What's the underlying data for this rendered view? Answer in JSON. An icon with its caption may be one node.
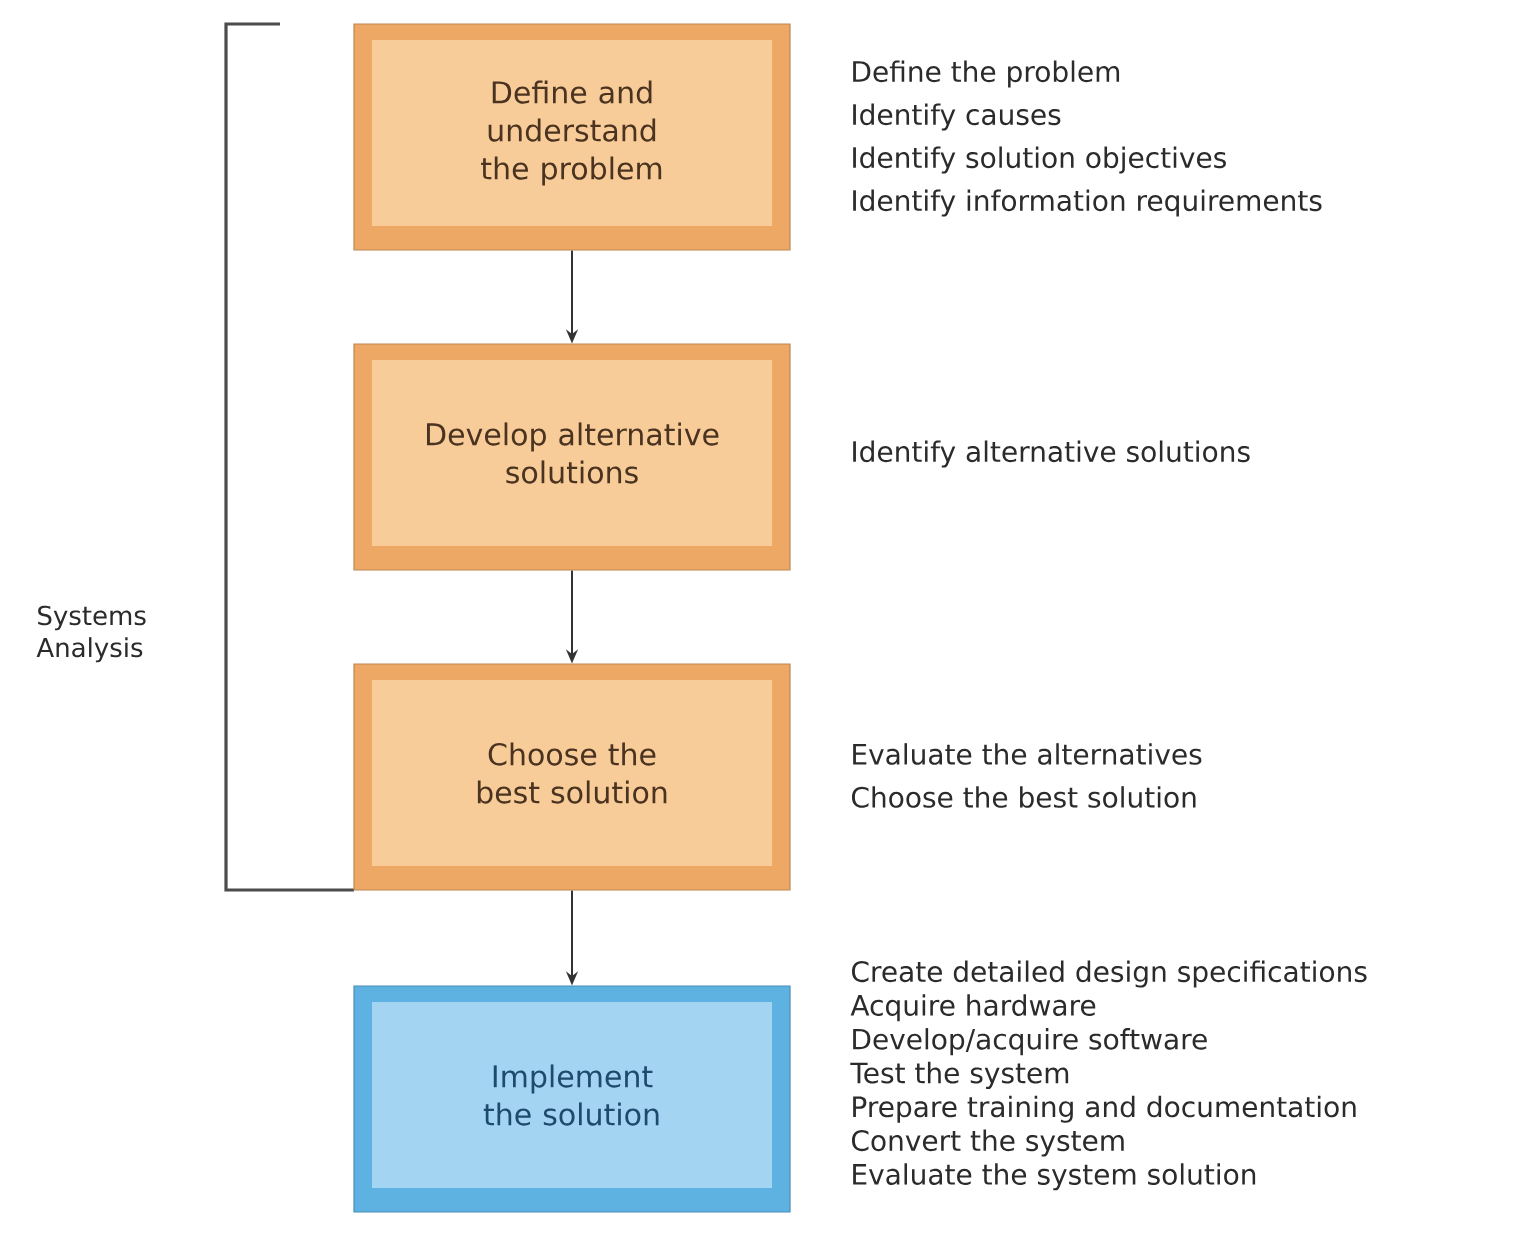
{
  "diagram": {
    "nodes": [
      {
        "text": [
          "Define and understand the problem"
        ],
        "beside": [
          "Define the problem",
          "Identify causes",
          "Identify solution objectives",
          "Identify information requirements"
        ]
      },
      {
        "text": [
          "Develop alternative solutions"
        ],
        "beside": [
          "Identify alternative solutions"
        ]
      },
      {
        "text": [
          "Choose the best solution"
        ],
        "beside": [
          "Evaluate the alternatives",
          "Choose the best solution"
        ]
      },
      {
        "text": [
          "Implement the solution"
        ],
        "beside": [
          "Create detailed design specifications",
          "Acquire hardware",
          "Develop/acquire software",
          "Test the system",
          "Prepare training and documentation",
          "Convert the system",
          "Evaluate the system solution"
        ]
      }
    ],
    "edges": [
      {
        "from": 0,
        "to": 1,
        "arrow": "to"
      },
      {
        "from": 1,
        "to": 2,
        "arrow": "to"
      },
      {
        "from": 2,
        "to": 3,
        "arrow": "to"
      }
    ],
    "labels": [
      "Systems Analysis"
    ]
  }
}
